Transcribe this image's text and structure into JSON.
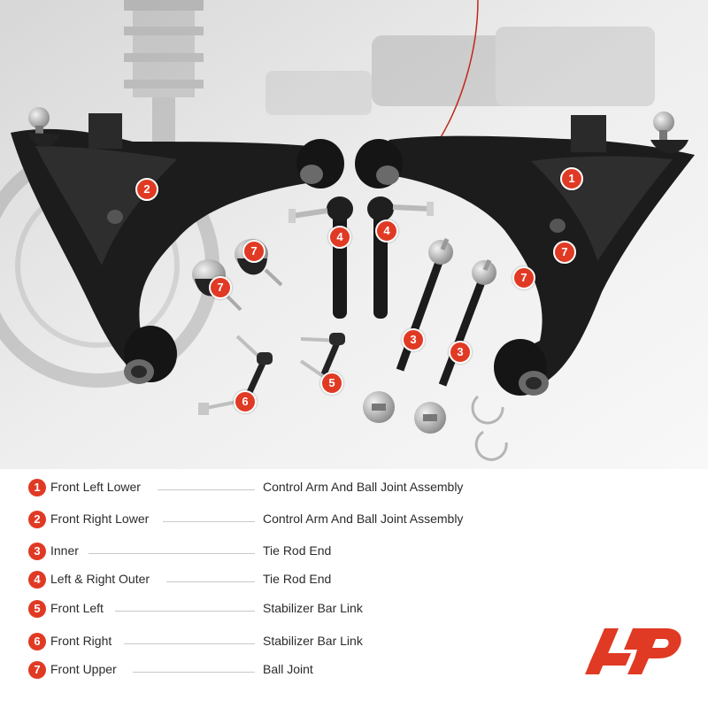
{
  "callout_color": "#e03a24",
  "callouts": [
    "1",
    "2",
    "3",
    "3",
    "4",
    "4",
    "5",
    "6",
    "7",
    "7",
    "7",
    "7"
  ],
  "legend": [
    {
      "num": "1",
      "position": "Front Left Lower",
      "part": "Control Arm And Ball Joint Assembly"
    },
    {
      "num": "2",
      "position": "Front Right Lower",
      "part": "Control Arm And Ball Joint Assembly"
    },
    {
      "num": "3",
      "position": "Inner",
      "part": "Tie Rod End"
    },
    {
      "num": "4",
      "position": "Left & Right Outer",
      "part": "Tie Rod End"
    },
    {
      "num": "5",
      "position": "Front Left",
      "part": "Stabilizer Bar Link"
    },
    {
      "num": "6",
      "position": "Front Right",
      "part": "Stabilizer Bar Link"
    },
    {
      "num": "7",
      "position": "Front Upper",
      "part": "Ball Joint"
    }
  ],
  "logo": {
    "icon": "brand-logo-icon",
    "color": "#e03a24"
  }
}
